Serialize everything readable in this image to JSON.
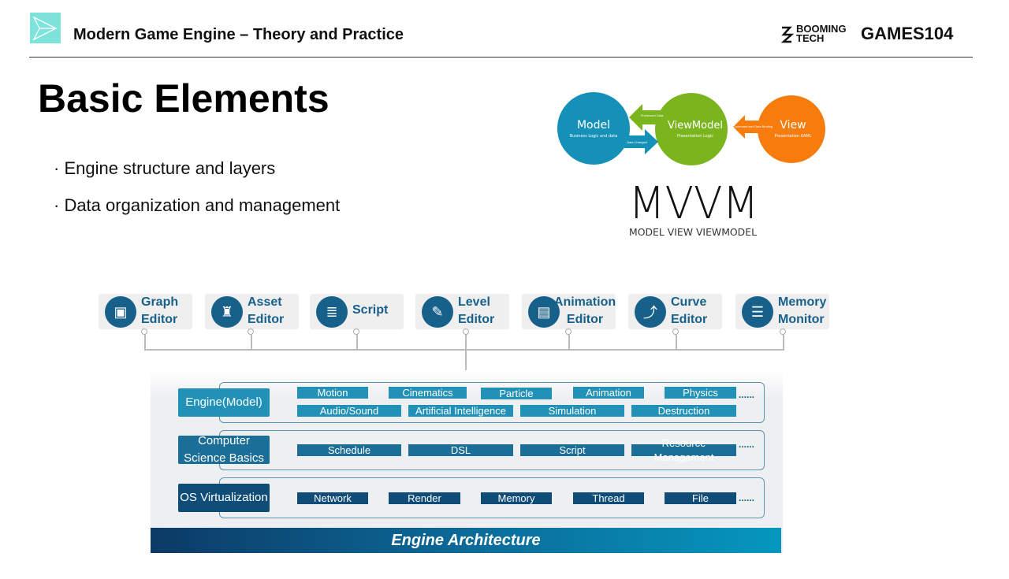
{
  "header": {
    "course_title": "Modern Game Engine – Theory and Practice",
    "brand1": "BOOMING TECH",
    "brand2": "GAMES104"
  },
  "slide": {
    "title": "Basic Elements",
    "bullets": [
      "· Engine structure and layers",
      "· Data organization and management"
    ]
  },
  "mvvm": {
    "model": "Model",
    "model_sub": "Business Logic and data",
    "viewmodel": "ViewModel",
    "viewmodel_sub": "Presentation Logic",
    "view": "View",
    "view_sub": "Presentation XAML",
    "arrow_pd": "Processed Data",
    "arrow_dc": "Data Changed",
    "arrow_cmd": "Command and Data Binding",
    "logo": "MVVM",
    "logo_sub": "MODEL VIEW VIEWMODEL",
    "colors": {
      "model": "#1591b8",
      "viewmodel": "#7ab51d",
      "view": "#f57c0d"
    }
  },
  "editors": [
    {
      "label": "Graph\nEditor",
      "icon": "image-gallery-icon"
    },
    {
      "label": "Asset\nEditor",
      "icon": "castle-icon"
    },
    {
      "label": "Script",
      "icon": "document-icon"
    },
    {
      "label": "Level\nEditor",
      "icon": "monitor-pen-icon"
    },
    {
      "label": "Animation\nEditor",
      "icon": "film-monitor-icon"
    },
    {
      "label": "Curve\nEditor",
      "icon": "curve-icon"
    },
    {
      "label": "Memory\nMonitor",
      "icon": "server-icon"
    }
  ],
  "architecture": {
    "title": "Engine Architecture",
    "rows": [
      {
        "label": "Engine(Model)",
        "chips": [
          "Motion",
          "Cinematics",
          "Particle",
          "Animation",
          "Physics",
          "Audio/Sound",
          "Artificial Intelligence",
          "Simulation",
          "Destruction"
        ],
        "more": "......"
      },
      {
        "label": "Computer Science Basics",
        "chips": [
          "Schedule",
          "DSL",
          "Script",
          "Resource Management"
        ],
        "more": "......"
      },
      {
        "label": "OS Virtualization",
        "chips": [
          "Network",
          "Render",
          "Memory",
          "Thread",
          "File"
        ],
        "more": "......"
      }
    ]
  }
}
